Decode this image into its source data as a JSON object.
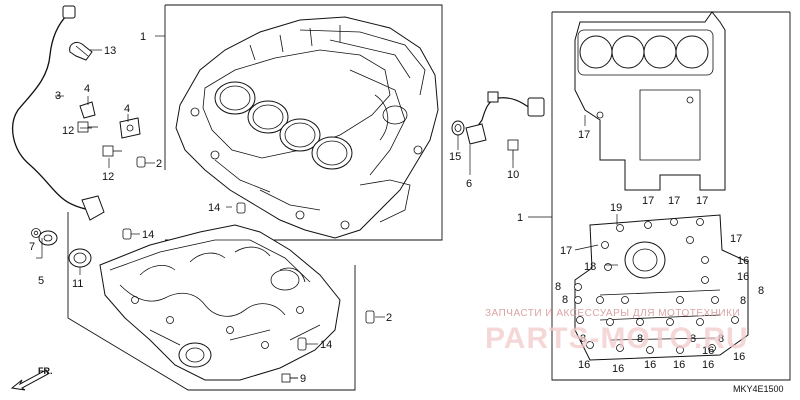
{
  "callouts": {
    "c1a": "1",
    "c1b": "1",
    "c2a": "2",
    "c2b": "2",
    "c3": "3",
    "c4a": "4",
    "c4b": "4",
    "c5": "5",
    "c6": "6",
    "c7": "7",
    "c8a": "8",
    "c8b": "8",
    "c8c": "8",
    "c8d": "8",
    "c8e": "8",
    "c8f": "8",
    "c8g": "8",
    "c8h": "8",
    "c9": "9",
    "c10": "10",
    "c11": "11",
    "c12a": "12",
    "c12b": "12",
    "c13": "13",
    "c14a": "14",
    "c14b": "14",
    "c14c": "14",
    "c15": "15",
    "c16a": "16",
    "c16b": "16",
    "c16c": "16",
    "c16d": "16",
    "c16e": "16",
    "c16f": "16",
    "c16g": "16",
    "c16h": "16",
    "c16i": "16",
    "c17a": "17",
    "c17b": "17",
    "c17c": "17",
    "c17d": "17",
    "c17e": "17",
    "c17f": "17",
    "c18": "18",
    "c19": "19"
  },
  "direction_label": "FR.",
  "watermark_text": "ЗАПЧАСТИ И АКСЕССУАРЫ ДЛЯ МОТОТЕХНИКИ",
  "watermark_logo": "PARTS-MOTO.RU",
  "reference_code": "MKY4E1500",
  "colors": {
    "line": "#111111",
    "watermark": "#f2c9c9",
    "watermark_text": "#d9a3a3"
  }
}
